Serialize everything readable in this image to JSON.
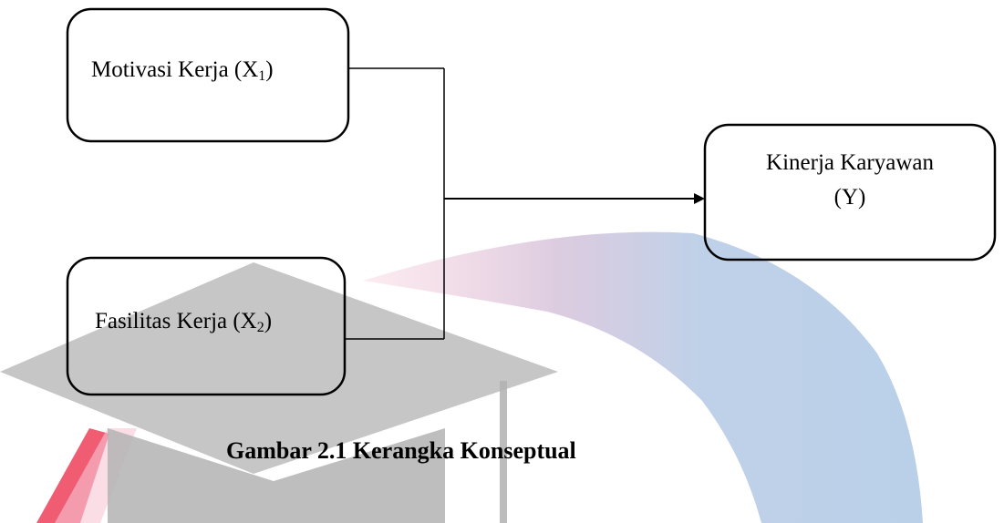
{
  "diagram": {
    "boxes": {
      "x1": {
        "label": "Motivasi Kerja  (X",
        "sub": "1",
        "suffix": ")"
      },
      "x2": {
        "label": "Fasilitas Kerja (X",
        "sub": "2",
        "suffix": ")"
      },
      "y": {
        "line1": "Kinerja Karyawan",
        "line2": "(Y)"
      }
    },
    "caption": "Gambar 2.1 Kerangka Konseptual"
  },
  "watermark": {
    "colors": {
      "cap": "#b3b3b3",
      "arc_blue": "#bdd1e8",
      "arc_pink": "#f2bcd0",
      "arc_red": "#ee3a57"
    }
  }
}
